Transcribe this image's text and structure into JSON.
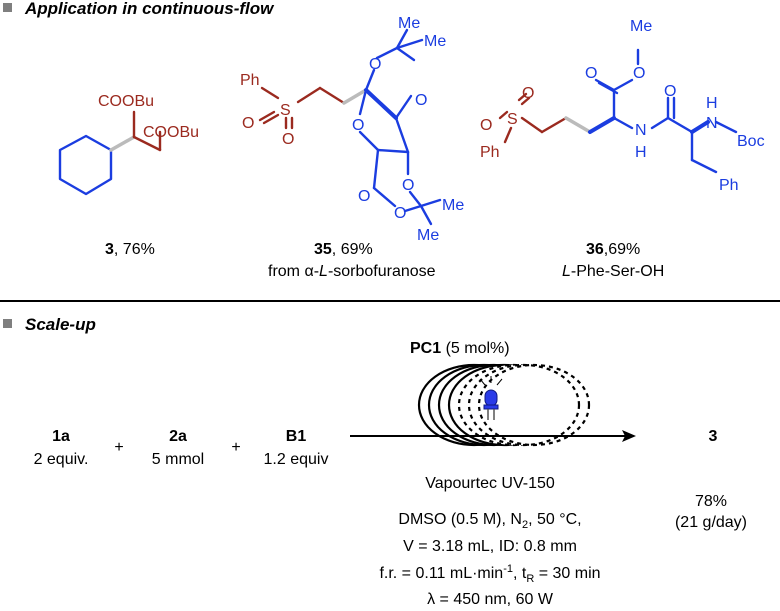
{
  "sections": {
    "application": {
      "title": "Application in continuous-flow"
    },
    "scaleup": {
      "title": "Scale-up"
    }
  },
  "colors": {
    "accent_red": "#9b2a1f",
    "accent_blue": "#1b3de0",
    "bullet": "#7f7f7f"
  },
  "compounds": {
    "c3": {
      "num": "3",
      "yield": ", 76%",
      "atoms": {
        "ester1": "COOBu",
        "ester2": "COOBu"
      }
    },
    "c35": {
      "num": "35",
      "yield": ", 69%",
      "source_prefix": "from ",
      "alpha": "α-",
      "L": "L",
      "source_rest": "-sorbofuranose",
      "atoms": {
        "ph": "Ph",
        "s": "S",
        "o1": "O",
        "o2": "O",
        "me1": "Me",
        "me2": "Me",
        "me3": "Me",
        "me4": "Me",
        "ring_o1": "O",
        "ring_o2": "O",
        "ring_o3": "O",
        "ring_o4": "O",
        "ring_o5": "O",
        "ring_o6": "O"
      }
    },
    "c36": {
      "num": "36",
      "yield": ",69%",
      "L": "L",
      "source_rest": "-Phe-Ser-OH",
      "atoms": {
        "me": "Me",
        "o_ester": "O",
        "o_carbonyl": "O",
        "o_amide": "O",
        "s": "S",
        "o_s1": "O",
        "o_s2": "O",
        "ph1": "Ph",
        "ph2": "Ph",
        "n1": "N",
        "h1": "H",
        "n2": "N",
        "h2": "H",
        "boc": "Boc"
      }
    }
  },
  "reaction": {
    "reagents": [
      {
        "id": "1a",
        "amount": "2 equiv."
      },
      {
        "id": "2a",
        "amount": "5 mmol"
      },
      {
        "id": "B1",
        "amount": "1.2 equiv"
      }
    ],
    "plus": "+",
    "catalyst": {
      "name": "PC1",
      "loading": " (5 mol%)"
    },
    "reactor": "Vapourtec UV-150",
    "conditions": {
      "line1_a": "DMSO (0.5 M), N",
      "line1_sub": "2",
      "line1_b": ", 50 °C,",
      "line2": "V = 3.18 mL, ID: 0.8 mm",
      "line3_a": "f.r. = 0.11 mL·min",
      "line3_sup": "-1",
      "line3_b": ", t",
      "line3_sub": "R",
      "line3_c": " = 30 min",
      "line4": "λ = 450 nm, 60 W"
    },
    "product": {
      "id": "3",
      "yield": "78%",
      "rate": "(21 g/day)"
    }
  }
}
